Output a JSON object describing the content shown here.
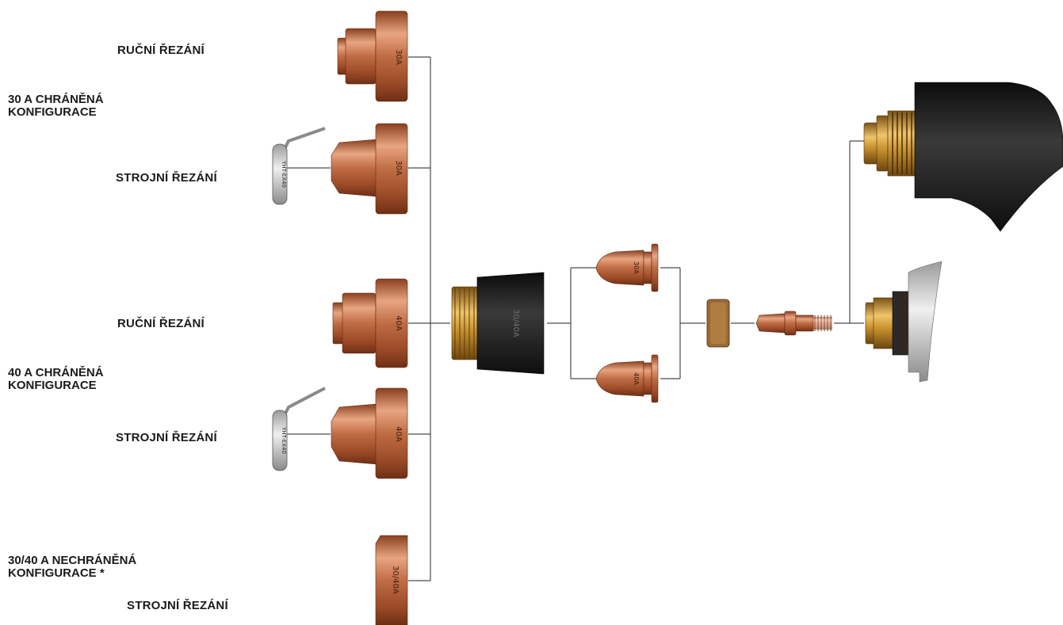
{
  "labels": {
    "manual_30": "RUČNÍ ŘEZÁNÍ",
    "machine_30": "STROJNÍ ŘEZÁNÍ",
    "manual_40": "RUČNÍ ŘEZÁNÍ",
    "machine_40": "STROJNÍ ŘEZÁNÍ",
    "machine_unshielded": "STROJNÍ ŘEZÁNÍ"
  },
  "groups": {
    "g30": {
      "line1": "30 A CHRÁNĚNÁ",
      "line2": "KONFIGURACE"
    },
    "g40": {
      "line1": "40 A CHRÁNĚNÁ",
      "line2": "KONFIGURACE"
    },
    "gUnshielded": {
      "line1": "30/40 A NECHRÁNĚNÁ",
      "line2": "KONFIGURACE *"
    }
  },
  "stamps": {
    "shield_30_manual": "30A",
    "shield_30_machine": "30A",
    "shield_40_manual": "40A",
    "shield_40_machine": "40A",
    "deflector": "30/40A",
    "cup": "30/40A",
    "tip_30": "30A",
    "tip_40": "40A",
    "gauge_30": "YHT-EX40",
    "gauge_40": "YHT-EX40"
  },
  "colors": {
    "copper": "#b8643f",
    "copper_dark": "#7a3a1f",
    "brass": "#c9953a",
    "black_part": "#1e1e1e",
    "line": "#4a4a4a"
  }
}
